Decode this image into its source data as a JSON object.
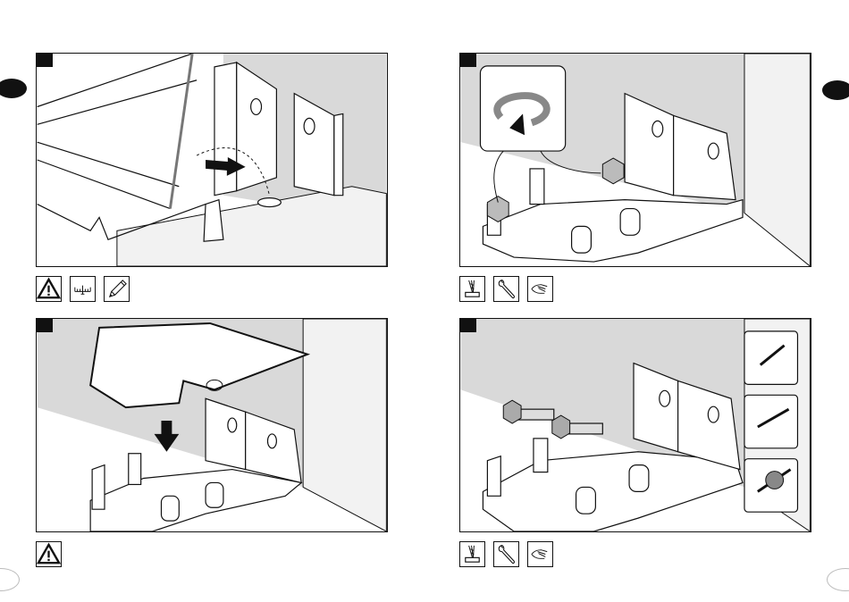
{
  "colors": {
    "line": "#111111",
    "wall": "#d9d9d9",
    "floor": "#f2f2f2",
    "arrow": "#111111"
  },
  "panels": [
    {
      "id": "step-1",
      "icons": [
        "warning-icon",
        "measure-icon",
        "pencil-icon"
      ]
    },
    {
      "id": "step-2",
      "icons": [
        "drill-icon",
        "wrench-icon",
        "hand-icon"
      ]
    },
    {
      "id": "step-3",
      "icons": [
        "warning-icon"
      ]
    },
    {
      "id": "step-4",
      "icons": [
        "drill-icon",
        "wrench-icon",
        "hand-icon"
      ]
    }
  ]
}
